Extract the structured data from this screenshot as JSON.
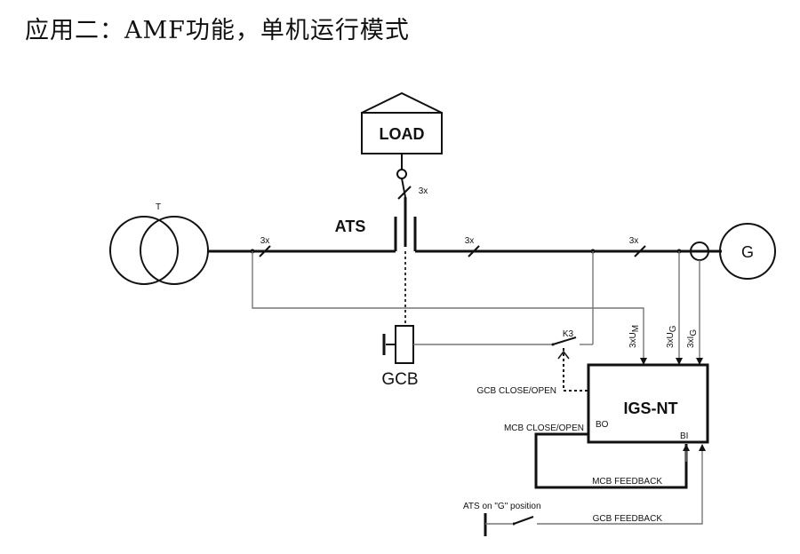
{
  "title": "应用二：AMF功能，单机运行模式",
  "diagram": {
    "transformer_label": "T",
    "generator_label": "G",
    "load_label": "LOAD",
    "ats_label": "ATS",
    "gcb_label": "GCB",
    "controller_label": "IGS-NT",
    "bo_label": "BO",
    "bi_label": "BI",
    "k3_label": "K3",
    "phase_mark": "3x",
    "voltage_mains_main": "3xU",
    "voltage_mains_sub": "M",
    "voltage_gen_main": "3xU",
    "voltage_gen_sub": "G",
    "current_gen_main": "3xI",
    "current_gen_sub": "G",
    "gcb_close_open": "GCB CLOSE/OPEN",
    "mcb_close_open": "MCB CLOSE/OPEN",
    "mcb_feedback": "MCB FEEDBACK",
    "gcb_feedback": "GCB FEEDBACK",
    "ats_on_g": "ATS on \"G\" position"
  }
}
